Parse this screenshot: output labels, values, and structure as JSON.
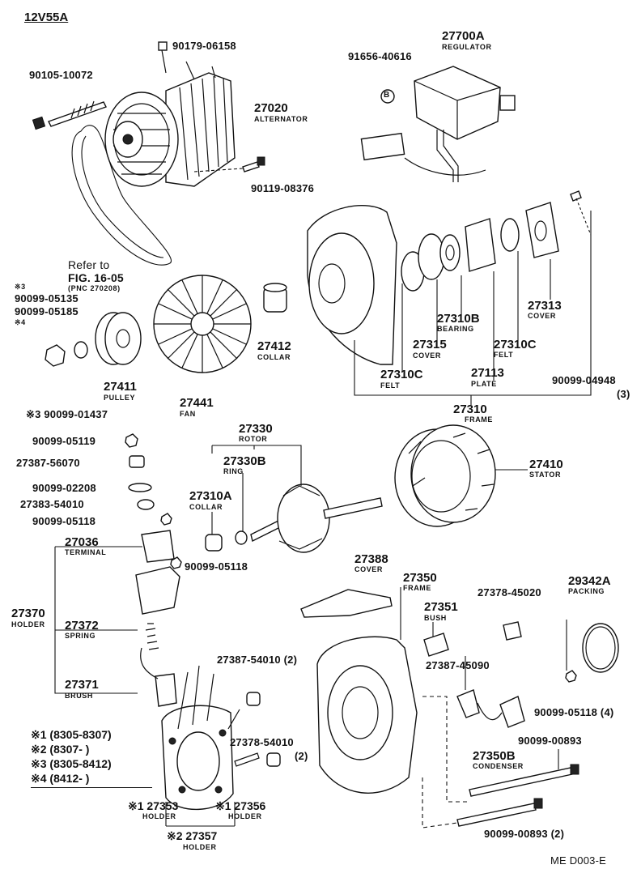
{
  "header": {
    "model": "12V55A"
  },
  "footer": {
    "code": "ME D003-E"
  },
  "parts": {
    "p90179": "90179-06158",
    "p90105": "90105-10072",
    "p27020": "27020",
    "p27020_name": "ALTERNATOR",
    "p90119": "90119-08376",
    "p91656": "91656-40616",
    "p27700": "27700A",
    "p27700_name": "REGULATOR",
    "b_mark": "B",
    "refer1": "Refer to",
    "refer2": "FIG. 16-05",
    "refer3": "(PNC 270208)",
    "m3a": "※3",
    "p90099_05135": "90099-05135",
    "p90099_05185": "90099-05185",
    "m4a": "※4",
    "p27411": "27411",
    "p27411_name": "PULLEY",
    "p90099_01437": "※3 90099-01437",
    "p27441": "27441",
    "p27441_name": "FAN",
    "p27412": "27412",
    "p27412_name": "COLLAR",
    "p27310B": "27310B",
    "p27310B_name": "BEARING",
    "p27315": "27315",
    "p27315_name": "COVER",
    "p27310C_a": "27310C",
    "p27310C_a_name": "FELT",
    "p27310C_b": "27310C",
    "p27310C_b_name": "FELT",
    "p27113": "27113",
    "p27113_name": "PLATE",
    "p27313": "27313",
    "p27313_name": "COVER",
    "p90099_04948": "90099-04948",
    "p90099_04948_q": "(3)",
    "p27310": "27310",
    "p27310_name": "FRAME",
    "p90099_05119": "90099-05119",
    "p27387_56070": "27387-56070",
    "p90099_02208": "90099-02208",
    "p27383_54010": "27383-54010",
    "p90099_05118a": "90099-05118",
    "p27330": "27330",
    "p27330_name": "ROTOR",
    "p27330B": "27330B",
    "p27330B_name": "RING",
    "p27310A": "27310A",
    "p27310A_name": "COLLAR",
    "p27410": "27410",
    "p27410_name": "STATOR",
    "p27036": "27036",
    "p27036_name": "TERMINAL",
    "p90099_05118b": "90099-05118",
    "p27370": "27370",
    "p27370_name": "HOLDER",
    "p27372": "27372",
    "p27372_name": "SPRING",
    "p27371": "27371",
    "p27371_name": "BRUSH",
    "p27388": "27388",
    "p27388_name": "COVER",
    "p27350": "27350",
    "p27350_name": "FRAME",
    "p27351": "27351",
    "p27351_name": "BUSH",
    "p27378_45020": "27378-45020",
    "p29342A": "29342A",
    "p29342A_name": "PACKING",
    "p27387_54010": "27387-54010 (2)",
    "p27387_45090": "27387-45090",
    "p90099_05118c": "90099-05118 (4)",
    "p27378_54010": "27378-54010",
    "p27378_54010_q": "(2)",
    "p90099_00893a": "90099-00893",
    "p27350B": "27350B",
    "p27350B_name": "CONDENSER",
    "p90099_00893b": "90099-00893 (2)",
    "p27353": "※1 27353",
    "p27353_name": "HOLDER",
    "p27356": "※1 27356",
    "p27356_name": "HOLDER",
    "p27357": "※2 27357",
    "p27357_name": "HOLDER"
  },
  "notes": [
    {
      "mark": "※1",
      "range": "(8305-8307)"
    },
    {
      "mark": "※2",
      "range": "(8307-     )"
    },
    {
      "mark": "※3",
      "range": "(8305-8412)"
    },
    {
      "mark": "※4",
      "range": "(8412-     )"
    }
  ]
}
